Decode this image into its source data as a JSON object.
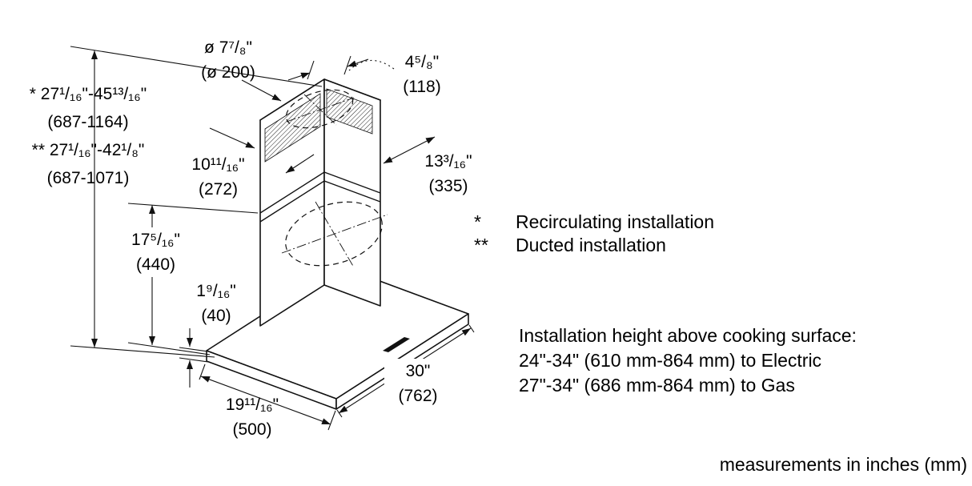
{
  "diagram": {
    "labels": {
      "duct_diameter": {
        "in": "ø 7⁷/₈\"",
        "mm": "(ø 200)"
      },
      "duct_offset": {
        "in": "4⁵/₈\"",
        "mm": "(118)"
      },
      "height_range_recirc": {
        "in": "* 27¹/₁₆\"-45¹³/₁₆\"",
        "mm": "(687-1164)"
      },
      "height_range_ducted": {
        "in": "** 27¹/₁₆\"-42¹/₈\"",
        "mm": "(687-1071)"
      },
      "chimney_width": {
        "in": "10¹¹/₁₆\"",
        "mm": "(272)"
      },
      "chimney_depth": {
        "in": "13³/₁₆\"",
        "mm": "(335)"
      },
      "lower_height": {
        "in": "17⁵/₁₆\"",
        "mm": "(440)"
      },
      "canopy_thickness": {
        "in": "1⁹/₁₆\"",
        "mm": "(40)"
      },
      "hood_width": {
        "in": "30\"",
        "mm": "(762)"
      },
      "hood_depth": {
        "in": "19¹¹/₁₆\"",
        "mm": "(500)"
      }
    }
  },
  "legend": {
    "recirculating": {
      "symbol": "*",
      "label": "Recirculating installation"
    },
    "ducted": {
      "symbol": "**",
      "label": "Ducted installation"
    }
  },
  "installation": {
    "title": "Installation height above cooking surface:",
    "electric": "24\"-34\" (610 mm-864 mm) to Electric",
    "gas": "27\"-34\" (686 mm-864 mm) to Gas"
  },
  "footer": {
    "note": "measurements in inches (mm)"
  },
  "colors": {
    "line": "#111111",
    "background": "#ffffff"
  }
}
